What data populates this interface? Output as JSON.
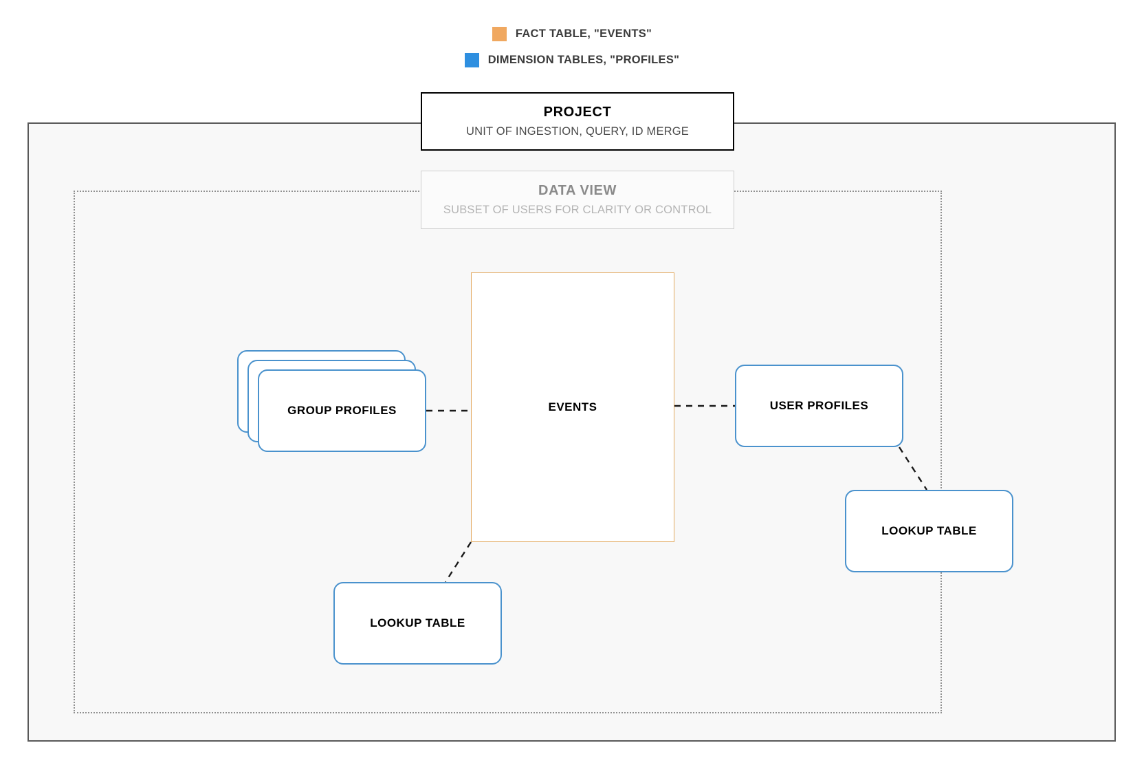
{
  "legend": {
    "items": [
      {
        "label": "FACT TABLE, \"EVENTS\"",
        "color": "#f0a860",
        "icon": "orange-square-swatch"
      },
      {
        "label": "DIMENSION TABLES, \"PROFILES\"",
        "color": "#2e8fe0",
        "icon": "blue-square-swatch"
      }
    ]
  },
  "project": {
    "title": "PROJECT",
    "subtitle": "UNIT OF INGESTION, QUERY, ID MERGE",
    "border_color": "#000000",
    "background": "#f8f8f8"
  },
  "data_view": {
    "title": "DATA VIEW",
    "subtitle": "SUBSET OF USERS FOR CLARITY OR CONTROL",
    "border_color": "#909090",
    "title_color": "#8a8a8a"
  },
  "diagram": {
    "fact_table": {
      "label": "EVENTS",
      "border_color": "#e3a95f"
    },
    "dimension_color": "#4a92cd",
    "nodes": [
      {
        "id": "group-profiles",
        "label": "GROUP PROFILES",
        "stacked": true
      },
      {
        "id": "user-profiles",
        "label": "USER PROFILES",
        "stacked": false
      },
      {
        "id": "lookup-table-left",
        "label": "LOOKUP TABLE",
        "stacked": false
      },
      {
        "id": "lookup-table-right",
        "label": "LOOKUP TABLE",
        "stacked": false
      }
    ],
    "connectors": [
      {
        "from": "group-profiles",
        "to": "events",
        "style": "dashed"
      },
      {
        "from": "events",
        "to": "user-profiles",
        "style": "dashed"
      },
      {
        "from": "events",
        "to": "lookup-table-left",
        "style": "dashed"
      },
      {
        "from": "user-profiles",
        "to": "lookup-table-right",
        "style": "dashed"
      }
    ]
  }
}
